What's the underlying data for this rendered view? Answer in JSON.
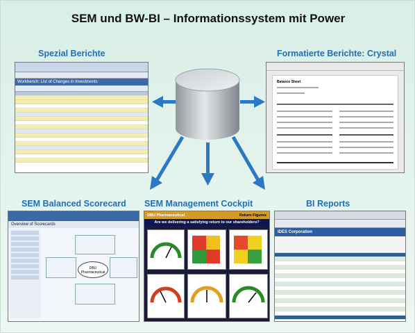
{
  "slide": {
    "title": "SEM und BW-BI – Informationssystem mit Power",
    "labels": {
      "spezial": "Spezial Berichte",
      "crystal": "Formatierte Berichte: Crystal",
      "scorecard": "SEM Balanced Scorecard",
      "cockpit": "SEM Management Cockpit",
      "bi": "BI Reports"
    }
  },
  "colors": {
    "label": "#1f6fb7",
    "arrow": "#2b78c5",
    "background": "#dff0e8"
  },
  "thumbnails": {
    "spezial_caption": "Workbench: List of Changes in Investments",
    "crystal_caption": "Balance Sheet",
    "scorecard_caption": "Overview of Scorecards",
    "scorecard_center": "DBU Pharmaceutical",
    "cockpit_brand": "DBU Pharmaceutical",
    "cockpit_tab": "Return Figures",
    "cockpit_question": "Are we delivering a satisfying return to our shareholders?",
    "bi_caption": "IDES Corporation"
  },
  "icons": [
    "database-cylinder-icon",
    "arrow-icon"
  ]
}
